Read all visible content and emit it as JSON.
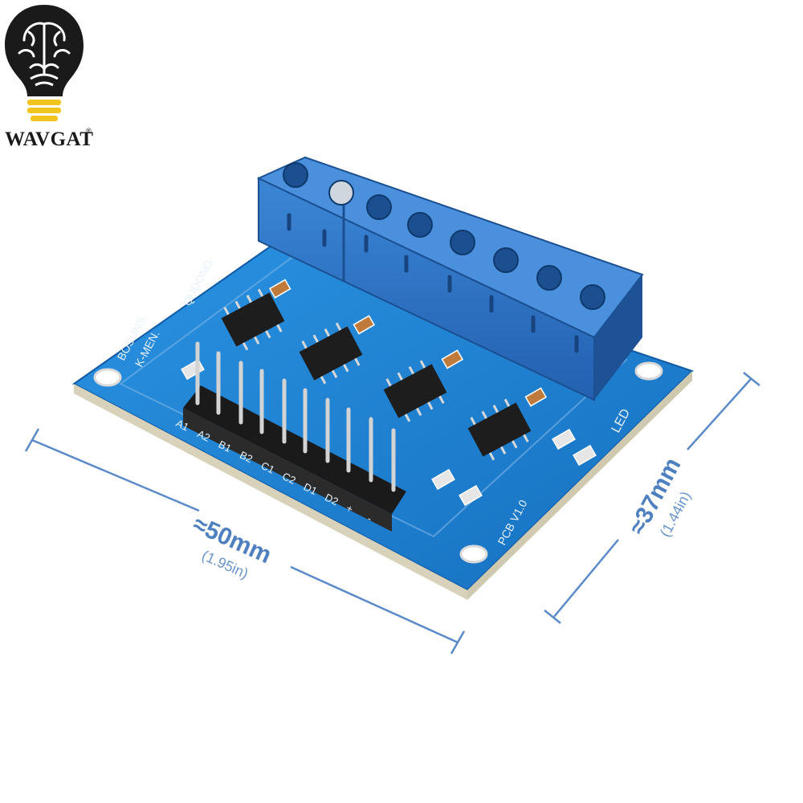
{
  "brand": {
    "name": "WAVGAT",
    "registered": "®",
    "icon": "lightbulb-brain-icon",
    "bulb_color": "#1a1a1a",
    "base_color": "#f2c41e"
  },
  "product": {
    "board_color": "#1b7fd0",
    "terminal_color": "#2f73c9",
    "silkscreen": {
      "maker_line1": "BOSUNS",
      "maker_line2": "K-MEN.",
      "maker_line3": "QUDONG",
      "version": "PCB V1.0",
      "led": "LED",
      "pins": [
        "A1",
        "A2",
        "B1",
        "B2",
        "C1",
        "C2",
        "D1",
        "D2",
        "+",
        "-"
      ]
    }
  },
  "dimensions": {
    "line_color": "#5a8ac8",
    "width": {
      "label": "≈50mm",
      "sub": "(1.95in)"
    },
    "height": {
      "label": "≈37mm",
      "sub": "(1.44in)"
    }
  }
}
